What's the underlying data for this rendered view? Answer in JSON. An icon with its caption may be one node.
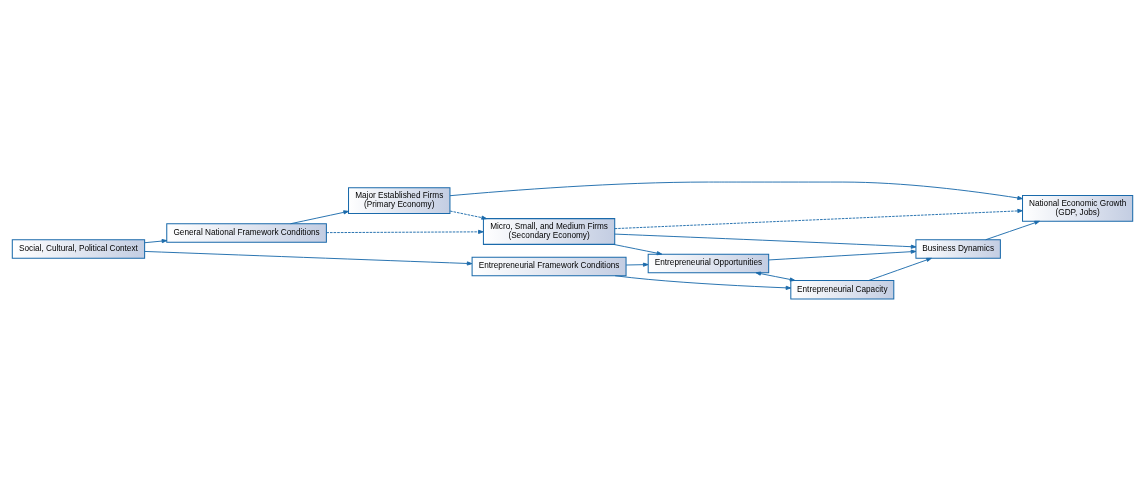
{
  "diagram": {
    "nodes": [
      {
        "text": [
          "Social, Cultural, Political Context"
        ]
      },
      {
        "text": [
          "General National Framework Conditions"
        ]
      },
      {
        "text": [
          "Major Established Firms",
          "(Primary Economy)"
        ]
      },
      {
        "text": [
          "Micro, Small, and Medium Firms",
          "(Secondary Economy)"
        ]
      },
      {
        "text": [
          "National Economic Growth",
          "(GDP, Jobs)"
        ]
      },
      {
        "text": [
          "Entrepreneurial Framework Conditions"
        ]
      },
      {
        "text": [
          "Entrepreneurial Opportunities"
        ]
      },
      {
        "text": [
          "Entrepreneurial Capacity"
        ]
      },
      {
        "text": [
          "Business Dynamics"
        ]
      }
    ],
    "edges": [
      {
        "from": 0,
        "to": 1,
        "arrow": "to"
      },
      {
        "from": 0,
        "to": 5,
        "arrow": "to"
      },
      {
        "from": 1,
        "to": 2,
        "arrow": "to"
      },
      {
        "from": 1,
        "to": 3,
        "arrow": "to",
        "style": "dashed"
      },
      {
        "from": 2,
        "to": 3,
        "arrow": "to",
        "style": "dashed"
      },
      {
        "from": 2,
        "to": 4,
        "arrow": "to"
      },
      {
        "from": 3,
        "to": 4,
        "arrow": "to",
        "style": "dashed"
      },
      {
        "from": 3,
        "to": 6,
        "arrow": "to"
      },
      {
        "from": 3,
        "to": 8,
        "arrow": "to"
      },
      {
        "from": 5,
        "to": 6,
        "arrow": "to"
      },
      {
        "from": 5,
        "to": 7,
        "arrow": "to"
      },
      {
        "from": 6,
        "to": 7,
        "arrow": "both"
      },
      {
        "from": 6,
        "to": 8,
        "arrow": "to"
      },
      {
        "from": 7,
        "to": 8,
        "arrow": "to"
      },
      {
        "from": 8,
        "to": 4,
        "arrow": "to"
      }
    ]
  }
}
